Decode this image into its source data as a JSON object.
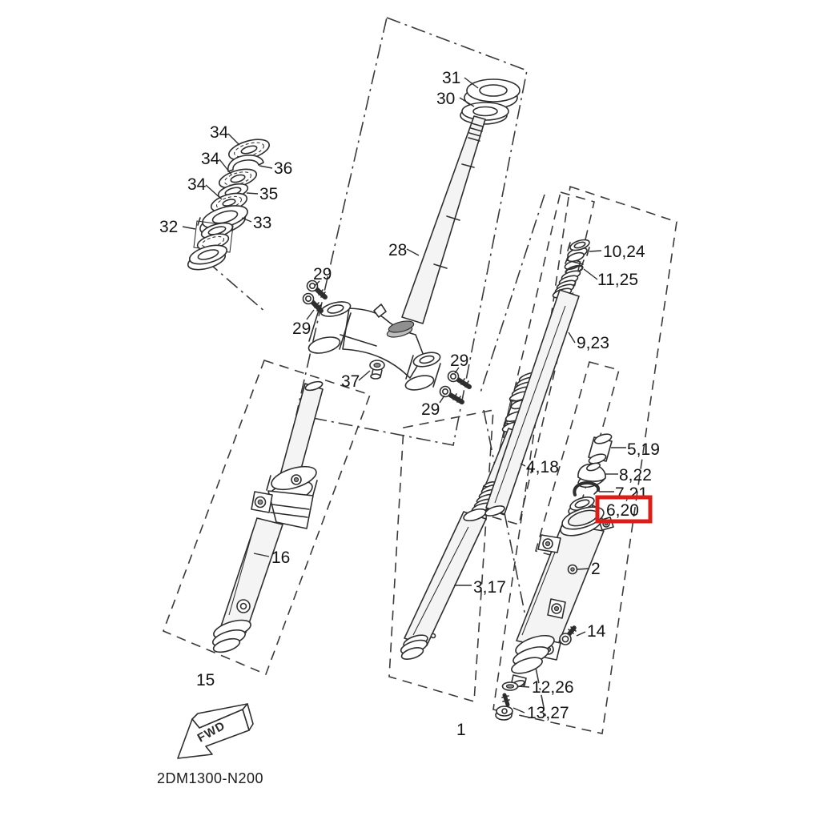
{
  "diagram": {
    "code": "2DM1300-N200",
    "fwd": "FWD",
    "background_color": "#ffffff",
    "line_color": "#2e2e2e",
    "highlight_color": "#dd1d17",
    "highlighted_part": "6,20"
  },
  "labels": {
    "p31": "31",
    "p30": "30",
    "p28": "28",
    "p34a": "34",
    "p36": "36",
    "p34b": "34",
    "p35": "35",
    "p34c": "34",
    "p33": "33",
    "p32": "32",
    "p29a": "29",
    "p29b": "29",
    "p29c": "29",
    "p29d": "29",
    "p37": "37",
    "p16": "16",
    "p15": "15",
    "p10_24": "10,24",
    "p11_25": "11,25",
    "p9_23": "9,23",
    "p4_18": "4,18",
    "p3_17": "3,17",
    "p5_19": "5,19",
    "p8_22": "8,22",
    "p7_21": "7,21",
    "p6_20": "6,20",
    "p2": "2",
    "p14": "14",
    "p12_26": "12,26",
    "p13_27": "13,27",
    "p1": "1"
  }
}
